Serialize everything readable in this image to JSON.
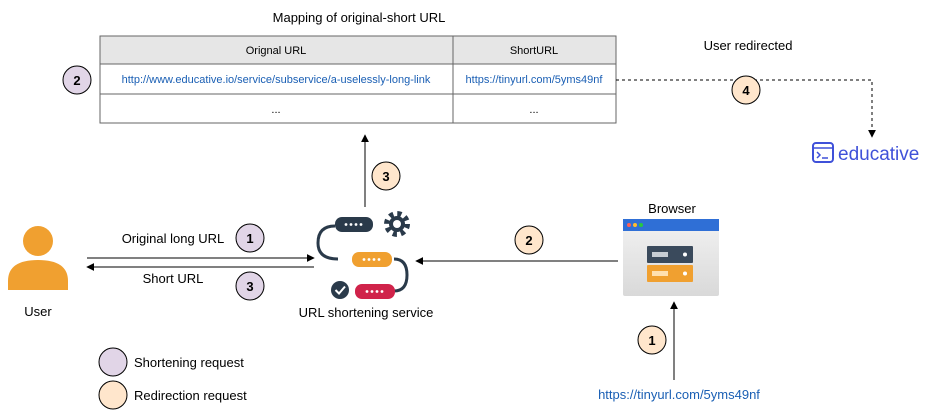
{
  "table": {
    "title": "Mapping of original-short URL",
    "headers": [
      "Orignal URL",
      "ShortURL"
    ],
    "rows": [
      [
        "http://www.educative.io/service/subservice/a-uselessly-long-link",
        "https://tinyurl.com/5yms49nf"
      ],
      [
        "...",
        "..."
      ]
    ]
  },
  "user": {
    "label": "User"
  },
  "service": {
    "label": "URL shortening service"
  },
  "browser": {
    "label": "Browser"
  },
  "flows": {
    "original_long_url": "Original long URL",
    "short_url": "Short URL",
    "user_redirected": "User redirected",
    "browser_input_url": "https://tinyurl.com/5yms49nf"
  },
  "badges": {
    "table_row": "2",
    "redirect": "4",
    "service_to_table": "3",
    "user_request": "1",
    "user_response": "3",
    "browser_to_service": "2",
    "url_to_browser": "1"
  },
  "logo": {
    "text": "educative"
  },
  "legend": {
    "shortening": "Shortening request",
    "redirection": "Redirection request"
  },
  "colors": {
    "shortening_badge": "#e1d5e7",
    "redirection_badge": "#ffe6cc",
    "user_icon": "#f0a030",
    "logo": "#3f51d9",
    "link_text": "#1a5fb4"
  }
}
